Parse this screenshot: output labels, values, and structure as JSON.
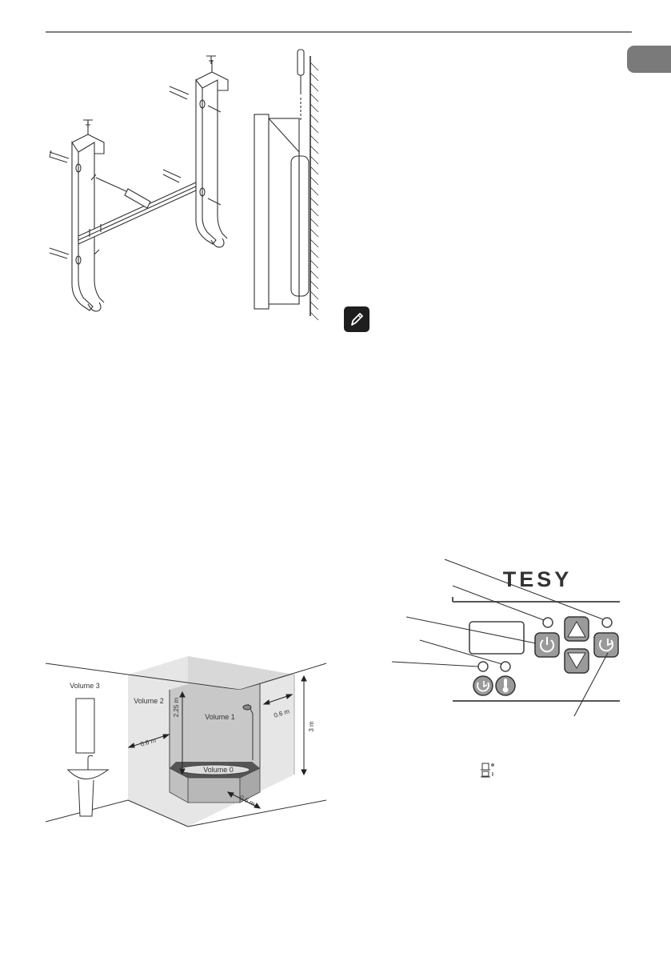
{
  "header": {
    "section_tab_color": "#7a7a7a"
  },
  "installation_figure": {
    "icons": [
      "screw-icon",
      "wall-plug-icon",
      "screwdriver-icon",
      "mounting-bracket-icon"
    ]
  },
  "note": {
    "icon": "pencil-note-icon"
  },
  "control_panel": {
    "brand": "TESY",
    "buttons": [
      "power-button-icon",
      "up-arrow-icon",
      "down-arrow-icon",
      "eco-mode-icon",
      "timer-mode-icon",
      "thermometer-icon"
    ],
    "legend_icon": "tank-level-icon"
  },
  "bathroom_zones": {
    "volume_3": "Volume 3",
    "volume_2": "Volume 2",
    "volume_1": "Volume 1",
    "volume_0": "Volume 0",
    "dim_left": "0.6 m",
    "dim_height": "2.25 m",
    "dim_right": "0.6 m",
    "dim_total": "3 m",
    "dim_front": "0.6 m"
  }
}
